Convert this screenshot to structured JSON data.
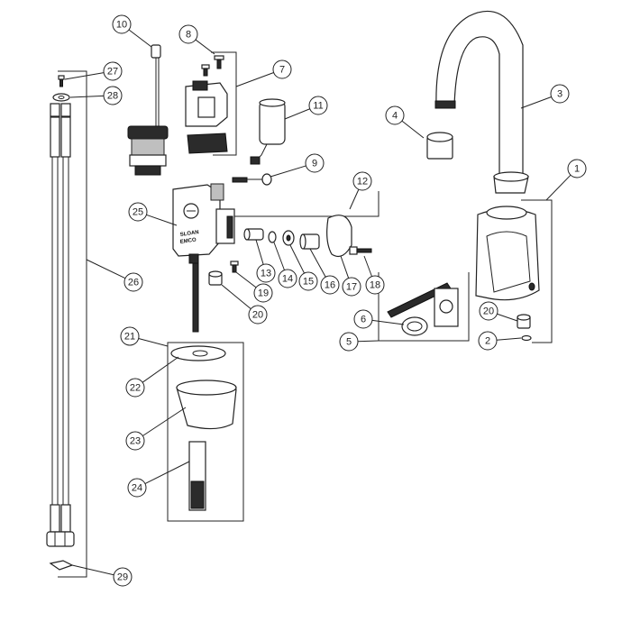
{
  "brand_mark": [
    "SLOAN",
    "EMCO"
  ],
  "callouts": [
    {
      "id": "c1",
      "label": "1"
    },
    {
      "id": "c2",
      "label": "2"
    },
    {
      "id": "c3",
      "label": "3"
    },
    {
      "id": "c4",
      "label": "4"
    },
    {
      "id": "c5",
      "label": "5"
    },
    {
      "id": "c6",
      "label": "6"
    },
    {
      "id": "c7",
      "label": "7"
    },
    {
      "id": "c8",
      "label": "8"
    },
    {
      "id": "c9",
      "label": "9"
    },
    {
      "id": "c10",
      "label": "10"
    },
    {
      "id": "c11",
      "label": "11"
    },
    {
      "id": "c12",
      "label": "12"
    },
    {
      "id": "c13",
      "label": "13"
    },
    {
      "id": "c14",
      "label": "14"
    },
    {
      "id": "c15",
      "label": "15"
    },
    {
      "id": "c16",
      "label": "16"
    },
    {
      "id": "c17",
      "label": "17"
    },
    {
      "id": "c18",
      "label": "18"
    },
    {
      "id": "c19",
      "label": "19"
    },
    {
      "id": "c20a",
      "label": "20"
    },
    {
      "id": "c20b",
      "label": "20"
    },
    {
      "id": "c21",
      "label": "21"
    },
    {
      "id": "c22",
      "label": "22"
    },
    {
      "id": "c23",
      "label": "23"
    },
    {
      "id": "c24",
      "label": "24"
    },
    {
      "id": "c25",
      "label": "25"
    },
    {
      "id": "c26",
      "label": "26"
    },
    {
      "id": "c27",
      "label": "27"
    },
    {
      "id": "c28",
      "label": "28"
    },
    {
      "id": "c29",
      "label": "29"
    }
  ]
}
